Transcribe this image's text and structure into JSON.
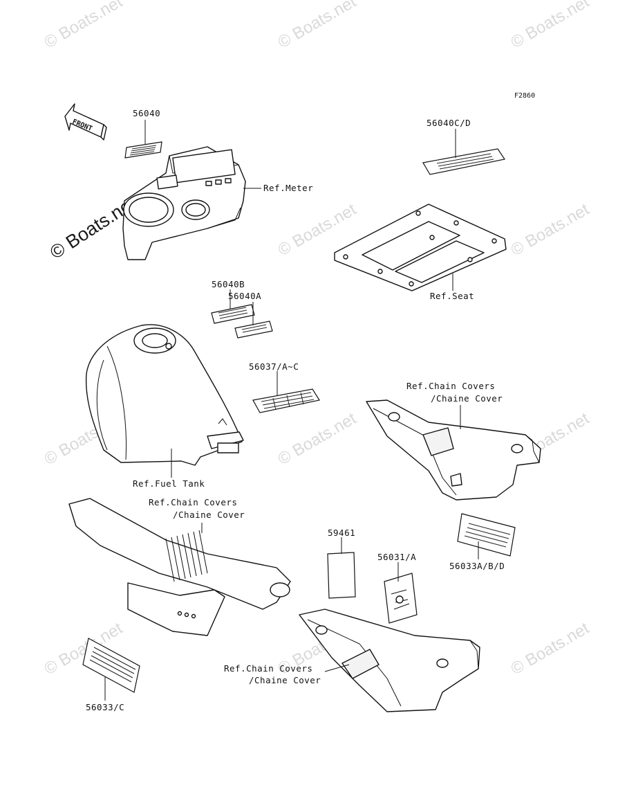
{
  "figure_code": "F2860",
  "watermark": "© Boats.net",
  "front_arrow": "FRONT",
  "callouts": {
    "p56040": "56040",
    "ref_meter": "Ref.Meter",
    "p56040cd": "56040C/D",
    "ref_seat": "Ref.Seat",
    "p56040b": "56040B",
    "p56040a": "56040A",
    "p56037": "56037/A~C",
    "ref_fuel_tank": "Ref.Fuel Tank",
    "ref_chain_covers_right_1": "Ref.Chain Covers",
    "ref_chain_covers_right_2": "/Chaine Cover",
    "ref_chain_covers_left_1": "Ref.Chain Covers",
    "ref_chain_covers_left_2": "/Chaine Cover",
    "p59461": "59461",
    "p56031a": "56031/A",
    "p56033abd": "56033A/B/D",
    "ref_chain_covers_bottom_1": "Ref.Chain Covers",
    "ref_chain_covers_bottom_2": "/Chaine Cover",
    "p56033c": "56033/C"
  }
}
